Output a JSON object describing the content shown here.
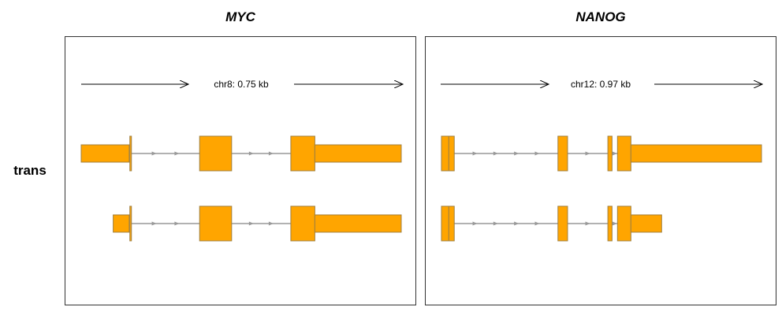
{
  "row_label": "trans",
  "colors": {
    "exon": "#FFA500",
    "exon_border": "#A08040",
    "intron": "#999999",
    "axis": "#000000",
    "panel_border": "#333333"
  },
  "panels": [
    {
      "gene": "MYC",
      "scale_label": "chr8: 0.75 kb",
      "transcripts": [
        {
          "exons": [
            [
              0,
              0.15
            ],
            [
              0.152,
              0.157
            ],
            [
              0.37,
              0.47
            ],
            [
              0.655,
              0.73
            ],
            [
              0.73,
              1.0
            ]
          ]
        },
        {
          "exons": [
            [
              0.1,
              0.15
            ],
            [
              0.152,
              0.157
            ],
            [
              0.37,
              0.47
            ],
            [
              0.655,
              0.73
            ],
            [
              0.73,
              1.0
            ]
          ]
        }
      ]
    },
    {
      "gene": "NANOG",
      "scale_label": "chr12: 0.97 kb",
      "transcripts": [
        {
          "exons": [
            [
              0,
              0.023
            ],
            [
              0.023,
              0.04
            ],
            [
              0.364,
              0.394
            ],
            [
              0.52,
              0.533
            ],
            [
              0.55,
              0.592
            ],
            [
              0.592,
              1.0
            ]
          ]
        },
        {
          "exons": [
            [
              0,
              0.023
            ],
            [
              0.023,
              0.04
            ],
            [
              0.364,
              0.394
            ],
            [
              0.52,
              0.533
            ],
            [
              0.55,
              0.592
            ],
            [
              0.592,
              0.688
            ]
          ]
        }
      ]
    }
  ]
}
